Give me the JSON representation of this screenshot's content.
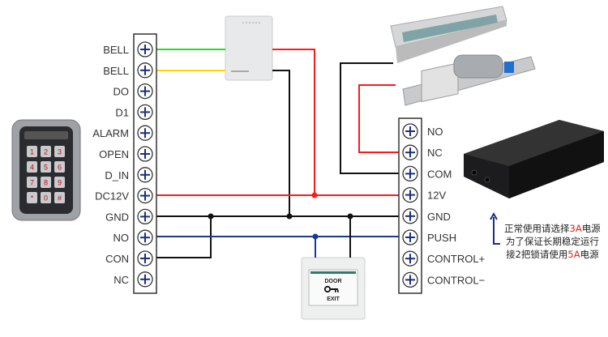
{
  "controller_terminals": [
    "BELL",
    "BELL",
    "DO",
    "D1",
    "ALARM",
    "OPEN",
    "D_IN",
    "DC12V",
    "GND",
    "NO",
    "CON",
    "NC"
  ],
  "power_terminals": [
    "NO",
    "NC",
    "COM",
    "12V",
    "GND",
    "PUSH",
    "CONTROL+",
    "CONTROL−"
  ],
  "exit_button": {
    "line1": "DOOR",
    "line2": "EXIT"
  },
  "keypad_keys": [
    "1",
    "2",
    "3",
    "4",
    "5",
    "6",
    "7",
    "8",
    "9",
    "*",
    "0",
    "#"
  ],
  "note": {
    "line1_pre": "正常使用请选择",
    "line1_hl": "3A",
    "line1_post": "电源",
    "line2": "为了保证长期稳定运行",
    "line3_pre": "接2把锁请使用",
    "line3_hl": "5A",
    "line3_post": "电源"
  },
  "colors": {
    "wire_red": "#ff1a1a",
    "wire_black": "#111111",
    "wire_blue": "#1a3a8c",
    "wire_green": "#22dd22",
    "wire_yellow": "#ffd400",
    "terminal_blue": "#1a2f80",
    "highlight": "#e0201a"
  }
}
